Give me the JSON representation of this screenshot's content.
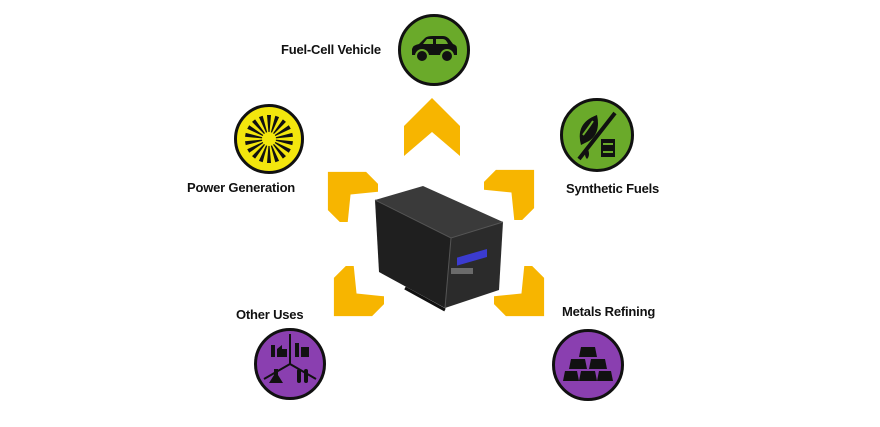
{
  "diagram": {
    "applications": [
      {
        "id": "fuel-cell-vehicle",
        "label": "Fuel-Cell Vehicle",
        "icon": "car-icon",
        "circle_color": "#6aaa2a"
      },
      {
        "id": "synthetic-fuels",
        "label": "Synthetic Fuels",
        "icon": "leaf-fuel-icon",
        "circle_color": "#6aaa2a"
      },
      {
        "id": "metals-refining",
        "label": "Metals Refining",
        "icon": "metal-ingots-icon",
        "circle_color": "#8a3fb0"
      },
      {
        "id": "other-uses",
        "label": "Other Uses",
        "icon": "industry-lab-icon",
        "circle_color": "#8a3fb0"
      },
      {
        "id": "power-generation",
        "label": "Power Generation",
        "icon": "turbine-icon",
        "circle_color": "#f3e60d"
      }
    ],
    "center": {
      "icon": "electrolyzer-unit-icon"
    },
    "arrow_color": "#f7b500"
  }
}
